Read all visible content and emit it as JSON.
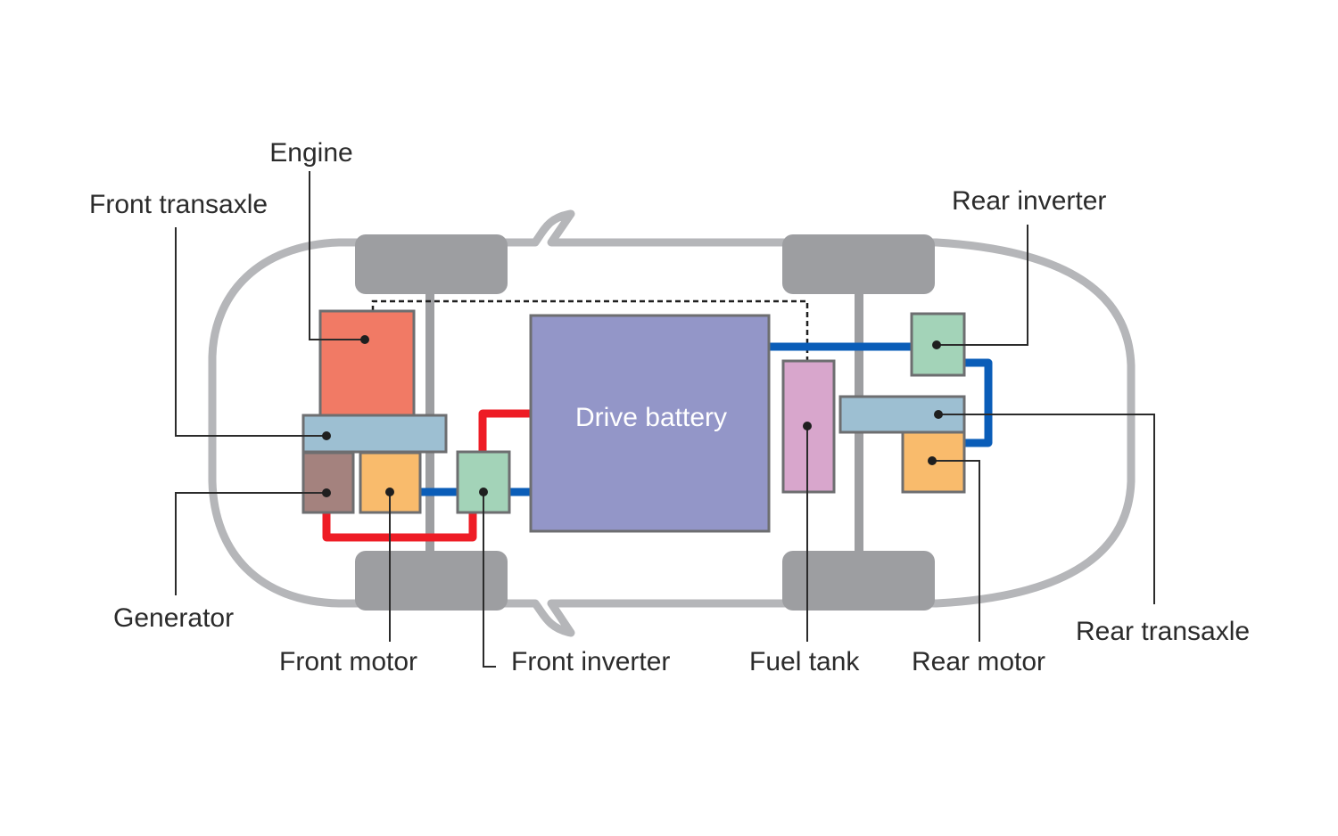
{
  "diagram": {
    "type": "hybrid-vehicle-powertrain-layout",
    "components": {
      "engine": {
        "label": "Engine",
        "color": "#f17a65"
      },
      "front_transaxle": {
        "label": "Front transaxle",
        "color": "#9dbfd2"
      },
      "generator": {
        "label": "Generator",
        "color": "#a4827e"
      },
      "front_motor": {
        "label": "Front motor",
        "color": "#f9bb6c"
      },
      "front_inverter": {
        "label": "Front inverter",
        "color": "#a3d3b8"
      },
      "drive_battery": {
        "label": "Drive battery",
        "color": "#9396c8"
      },
      "fuel_tank": {
        "label": "Fuel tank",
        "color": "#d8a6cc"
      },
      "rear_inverter": {
        "label": "Rear inverter",
        "color": "#a3d3b8"
      },
      "rear_transaxle": {
        "label": "Rear transaxle",
        "color": "#9dbfd2"
      },
      "rear_motor": {
        "label": "Rear motor",
        "color": "#f9bb6c"
      }
    },
    "colors": {
      "car_body": "#b5b6b9",
      "wheels": "#9d9ea1",
      "high_voltage_line": "#ee1c25",
      "battery_line": "#0a5db8",
      "fuel_line": "#1f1f1f",
      "outline": "#6d6e70",
      "label_text": "#2b2b2b"
    },
    "connections": [
      {
        "from": "generator",
        "to": "front_inverter",
        "style": "red-solid"
      },
      {
        "from": "front_inverter",
        "to": "drive_battery",
        "style": "red-solid"
      },
      {
        "from": "front_motor",
        "to": "front_inverter",
        "style": "blue-solid"
      },
      {
        "from": "front_inverter",
        "to": "drive_battery",
        "style": "blue-solid"
      },
      {
        "from": "drive_battery",
        "to": "rear_inverter",
        "style": "blue-solid"
      },
      {
        "from": "rear_inverter",
        "to": "rear_motor",
        "style": "blue-solid"
      },
      {
        "from": "engine",
        "to": "fuel_tank",
        "style": "dashed"
      }
    ]
  }
}
